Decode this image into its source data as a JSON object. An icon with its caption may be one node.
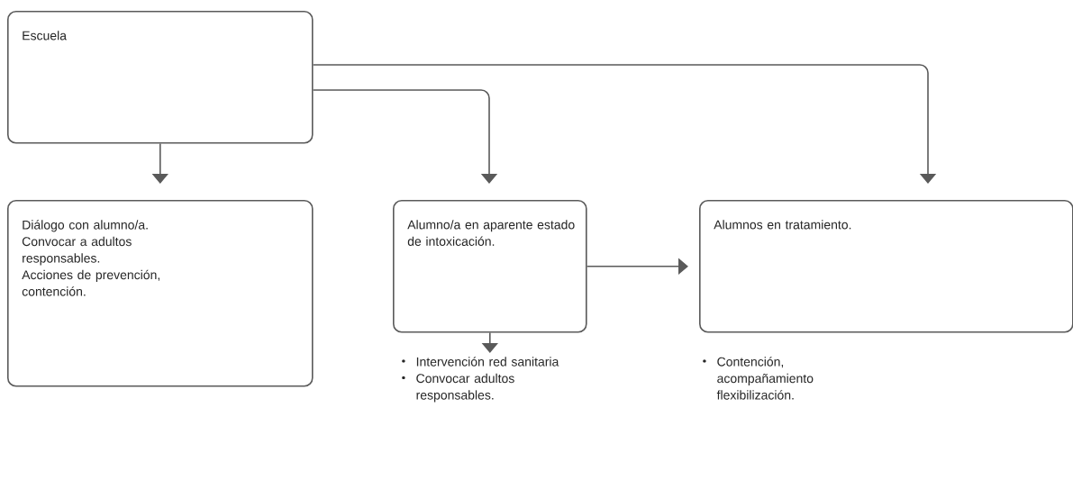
{
  "diagram": {
    "nodes": [
      {
        "text": [
          "Escuela"
        ]
      },
      {
        "text": [
          "Diálogo con alumno/a.",
          "Convocar a adultos responsables.",
          "Acciones de prevención, contención."
        ]
      },
      {
        "text": [
          "Alumno/a en aparente estado de intoxicación."
        ]
      },
      {
        "text": [
          "Alumnos en tratamiento."
        ]
      },
      {
        "text": [
          "Intervención red sanitaria",
          "Convocar adultos responsables."
        ]
      }
    ],
    "edges": [
      {
        "from": 0,
        "to": 1,
        "arrow": "to"
      },
      {
        "from": 0,
        "to": 2,
        "arrow": "to"
      },
      {
        "from": 0,
        "to": 3,
        "arrow": "to"
      },
      {
        "from": 2,
        "to": 3,
        "arrow": "to"
      },
      {
        "from": 2,
        "to": 4,
        "arrow": "to"
      }
    ],
    "labels": [
      "Contención, acompañamiento flexibilización."
    ]
  }
}
